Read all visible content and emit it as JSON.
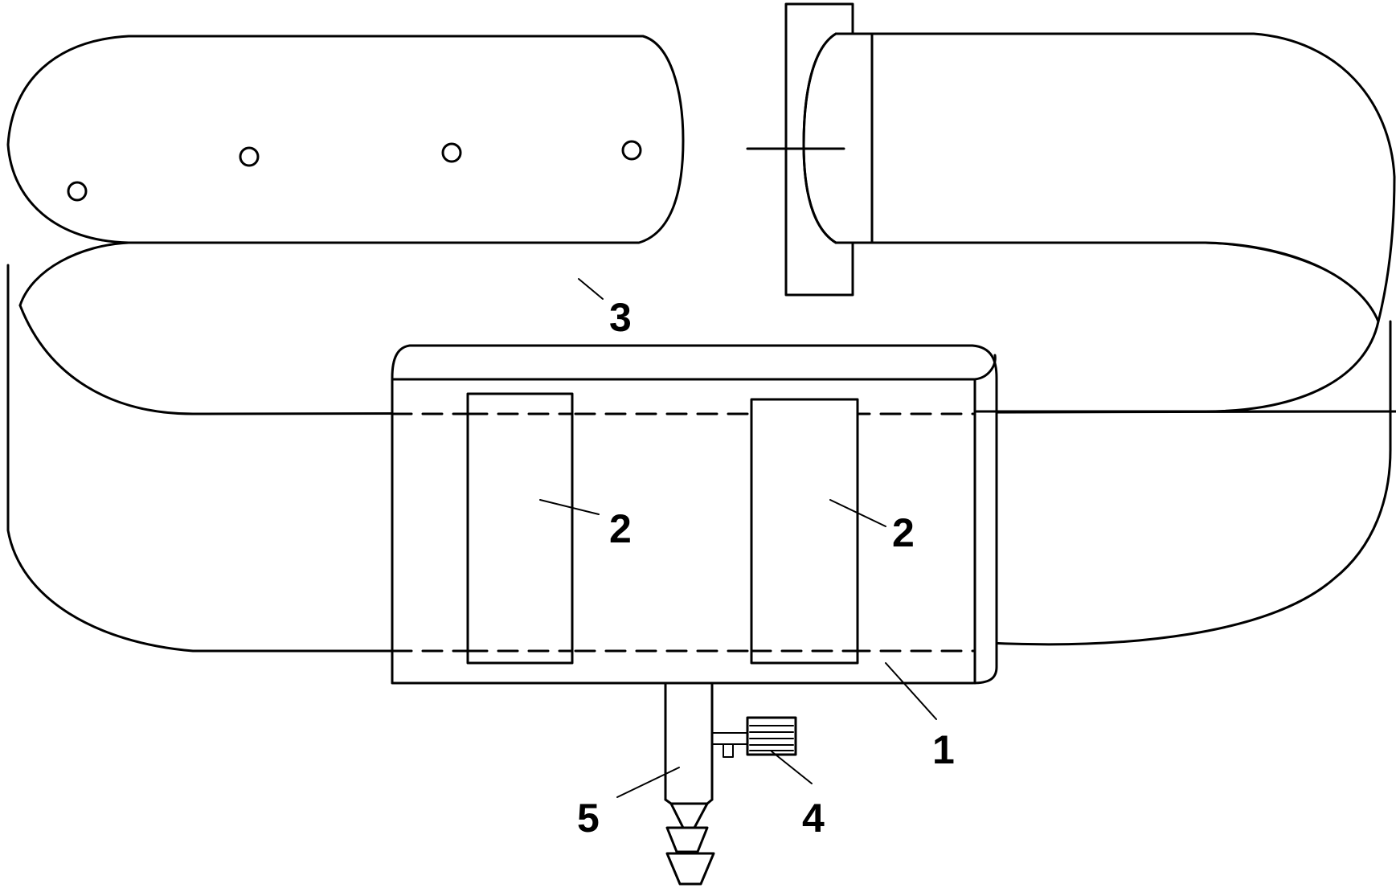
{
  "labels": {
    "device_body": "1",
    "electrode_left": "2",
    "electrode_right": "2",
    "strap": "3",
    "switch": "4",
    "outlet": "5"
  },
  "colors": {
    "line": "#000000",
    "background": "#ffffff"
  }
}
